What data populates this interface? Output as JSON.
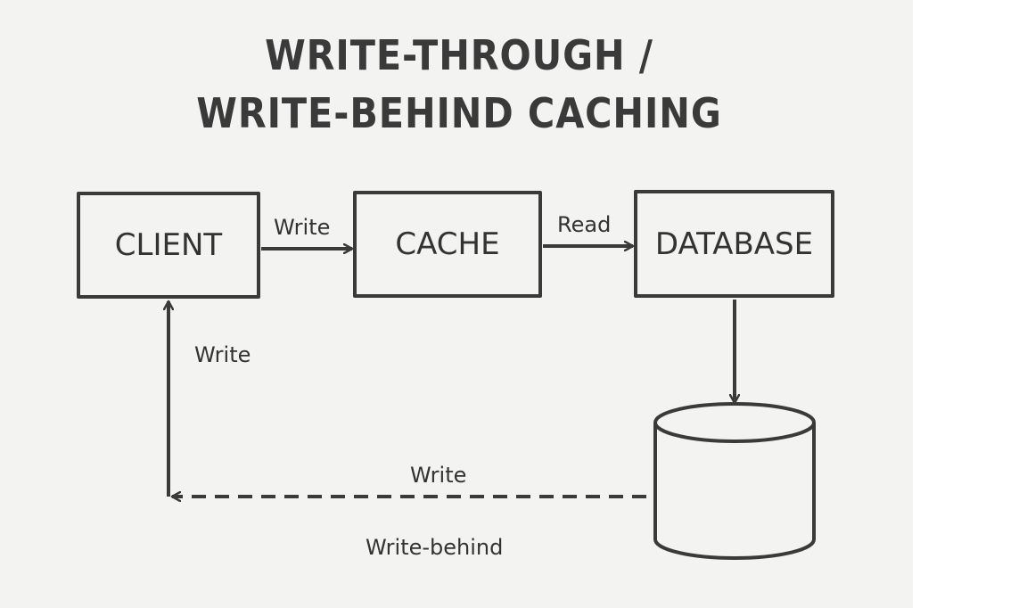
{
  "title": {
    "line1": "WRITE-THROUGH /",
    "line2": "WRITE-BEHIND CACHING"
  },
  "nodes": {
    "client": "CLIENT",
    "cache": "CACHE",
    "database": "DATABASE"
  },
  "edges": {
    "client_to_cache": "Write",
    "cache_to_database": "Read",
    "to_client": "Write",
    "storage_to_client": "Write",
    "write_behind": "Write-behind"
  }
}
